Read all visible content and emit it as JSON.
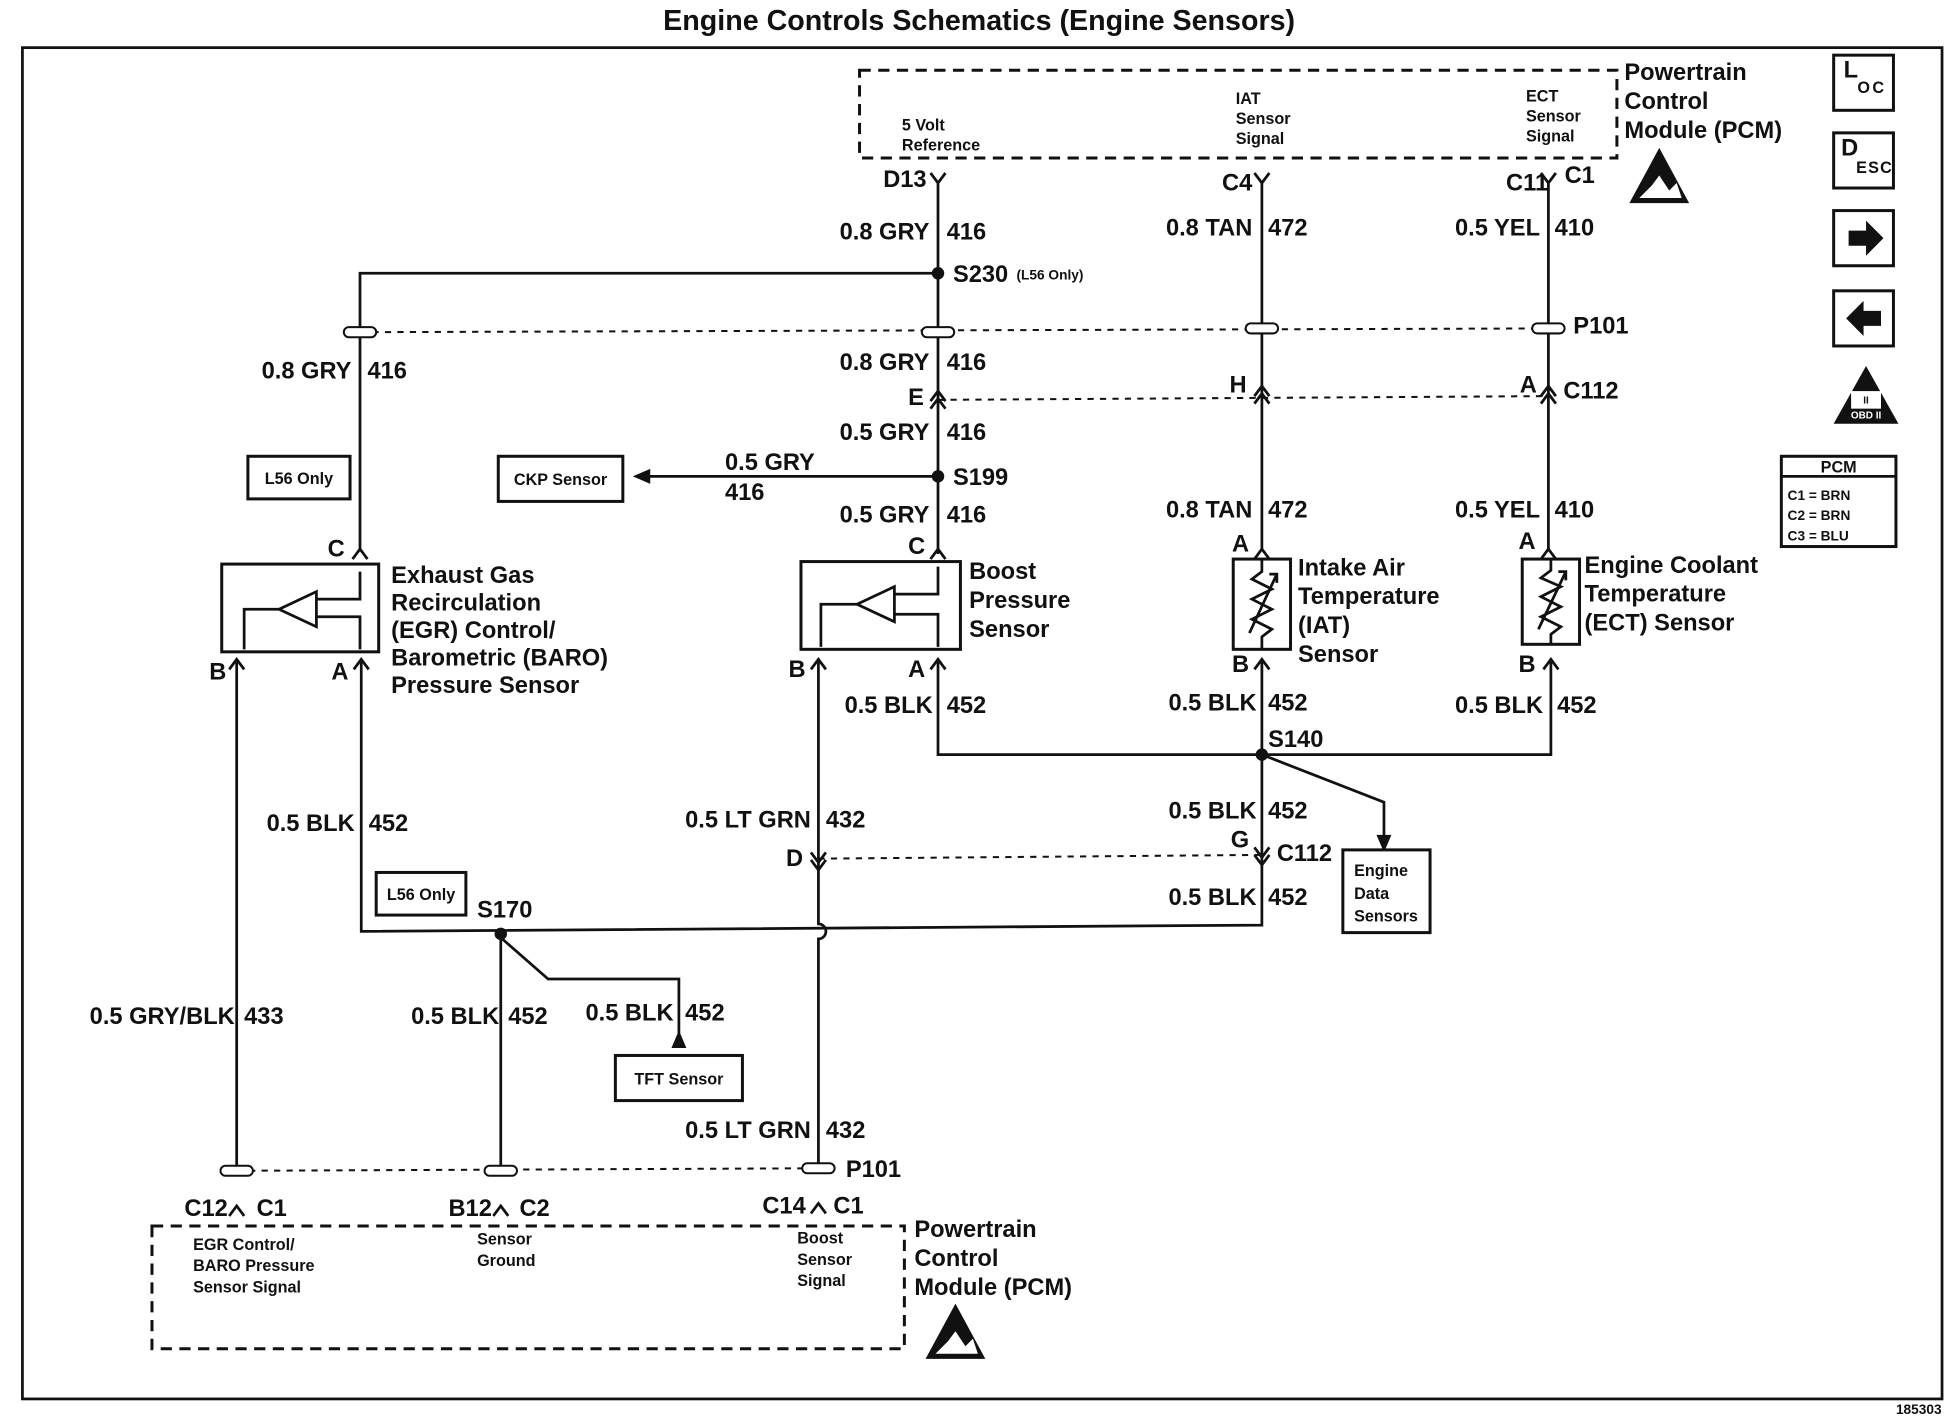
{
  "title": "Engine Controls Schematics (Engine Sensors)",
  "figure_id": "185303",
  "pcm_top": {
    "name": "Powertrain Control Module (PCM)",
    "pins": [
      {
        "id": "D13",
        "label": "5 Volt Reference"
      },
      {
        "id": "C4",
        "label": "IAT Sensor Signal"
      },
      {
        "id": "C11",
        "label": "ECT Sensor Signal"
      }
    ],
    "connector": "C1"
  },
  "pcm_bottom": {
    "name": "Powertrain Control Module (PCM)",
    "pins": [
      {
        "id": "C12",
        "connector": "C1",
        "label": "EGR Control/ BARO Pressure Sensor Signal"
      },
      {
        "id": "B12",
        "connector": "C2",
        "label": "Sensor Ground"
      },
      {
        "id": "C14",
        "connector": "C1",
        "label": "Boost Sensor Signal"
      }
    ]
  },
  "wires": {
    "w416": "0.8 GRY",
    "c416": "416",
    "w416b": "0.5 GRY",
    "w472": "0.8 TAN",
    "c472": "472",
    "w410": "0.5 YEL",
    "c410": "410",
    "w452": "0.5 BLK",
    "c452": "452",
    "w432": "0.5 LT GRN",
    "c432": "432",
    "w433": "0.5 GRY/BLK",
    "c433": "433"
  },
  "splices": {
    "s230": "S230",
    "s230_note": "(L56 Only)",
    "s199": "S199",
    "s140": "S140",
    "s170": "S170"
  },
  "connectors": {
    "p101": "P101",
    "c112": "C112",
    "c1": "C1",
    "c2": "C2"
  },
  "pins": {
    "a": "A",
    "b": "B",
    "c": "C",
    "d": "D",
    "e": "E",
    "g": "G",
    "h": "H"
  },
  "components": {
    "egr": [
      "Exhaust Gas",
      "Recirculation",
      "(EGR) Control/",
      "Barometric (BARO)",
      "Pressure Sensor"
    ],
    "boost": [
      "Boost",
      "Pressure",
      "Sensor"
    ],
    "iat": [
      "Intake Air",
      "Temperature",
      "(IAT)",
      "Sensor"
    ],
    "ect": [
      "Engine Coolant",
      "Temperature",
      "(ECT) Sensor"
    ],
    "ckp": "CKP Sensor",
    "tft": "TFT Sensor",
    "engine_data": [
      "Engine",
      "Data",
      "Sensors"
    ],
    "l56": "L56 Only"
  },
  "pcm_legend": {
    "title": "PCM",
    "rows": [
      "C1 = BRN",
      "C2 = BRN",
      "C3 = BLU"
    ]
  },
  "nav_icons": {
    "loc": {
      "big": "L",
      "small": "OC"
    },
    "desc": {
      "big": "D",
      "small": "ESC"
    },
    "next_icon": "right-arrow-icon",
    "prev_icon": "left-arrow-icon",
    "obd": "OBD II"
  }
}
